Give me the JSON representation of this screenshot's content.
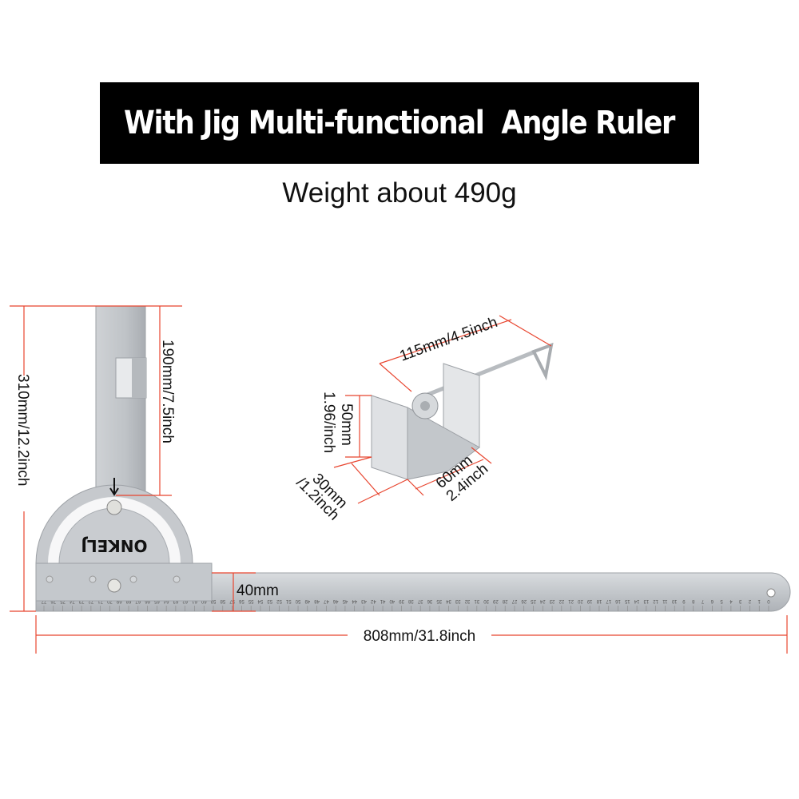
{
  "title": "With Jig Multi-functional  Angle Ruler",
  "subtitle": "Weight about 490g",
  "brand_logo": "ONKELJ",
  "dimensions": {
    "total_height": "310mm/12.2inch",
    "upright_height": "190mm/7.5inch",
    "ruler_width": "40mm",
    "ruler_length": "808mm/31.8inch",
    "clamp_length": "115mm/4.5inch",
    "clamp_height_mm": "50mm",
    "clamp_height_in": "1.96/inch",
    "clamp_depth_mm": "30mm",
    "clamp_depth_in": "/1.2inch",
    "clamp_width_mm": "60mm",
    "clamp_width_in": "2.4inch"
  },
  "ruler_scale": {
    "max": 77,
    "min": 0,
    "unit": "cm"
  },
  "colors": {
    "dimension_line": "#e8452f",
    "metal": "#c9ccd0",
    "banner": "#000000"
  }
}
